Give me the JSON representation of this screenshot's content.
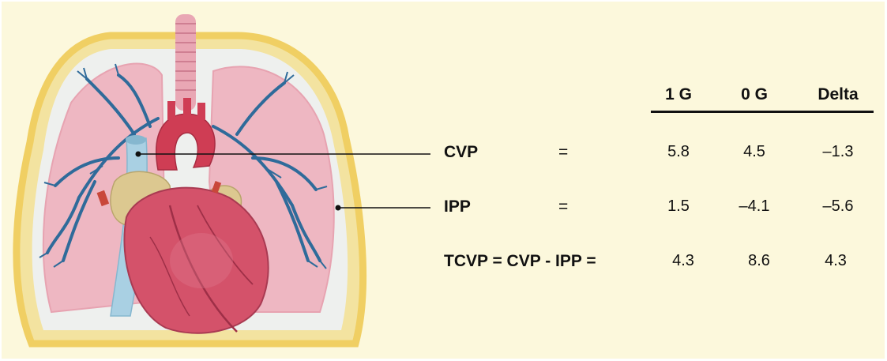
{
  "table": {
    "headers": [
      "1 G",
      "0 G",
      "Delta"
    ],
    "rows": [
      {
        "label": "CVP",
        "eq": "=",
        "values": [
          "5.8",
          "4.5",
          "–1.3"
        ]
      },
      {
        "label": "IPP",
        "eq": "=",
        "values": [
          "1.5",
          "–4.1",
          "–5.6"
        ]
      },
      {
        "label": "TCVP = CVP - IPP =",
        "eq": "",
        "values": [
          "4.3",
          "8.6",
          "4.3"
        ]
      }
    ]
  },
  "colors": {
    "background": "#fcf8dc",
    "pleura": "#f0d47a",
    "lung": "#eeb9c3",
    "vessel": "#2f6b9a",
    "heart": "#c8455c",
    "vein": "#9cc8dc"
  },
  "icons": [
    "heart-lungs-illustration"
  ]
}
